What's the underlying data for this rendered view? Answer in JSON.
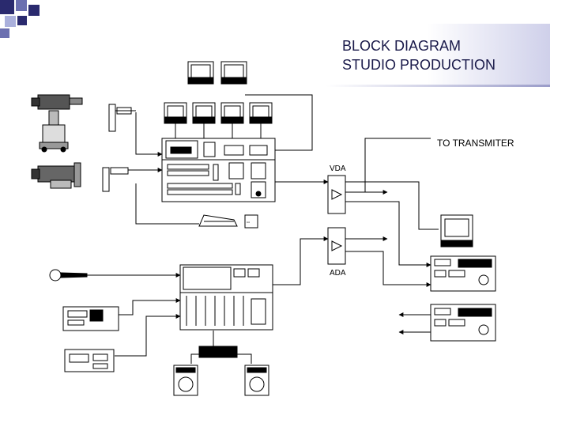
{
  "title": {
    "line1": "BLOCK DIAGRAM",
    "line2": "STUDIO PRODUCTION"
  },
  "labels": {
    "to_transmitter": "TO TRANSMITER",
    "vda": "VDA",
    "ada": "ADA"
  },
  "colors": {
    "corner_dark": "#2a2a6e",
    "corner_mid": "#6b6fb0",
    "corner_light": "#aab0dc",
    "title_text": "#1a1a4a",
    "line": "#000000"
  }
}
